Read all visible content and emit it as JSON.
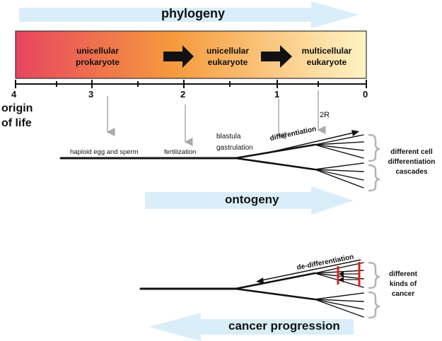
{
  "phylogeny_label": "phylogeny",
  "timeline": {
    "stages": [
      {
        "line1": "unicellular",
        "line2": "prokaryote"
      },
      {
        "line1": "unicellular",
        "line2": "eukaryote"
      },
      {
        "line1": "multicellular",
        "line2": "eukaryote"
      }
    ],
    "ticks": [
      "4",
      "3",
      "2",
      "1",
      "0"
    ],
    "origin_line1": "origin",
    "origin_line2": "of life",
    "event_2r": "2R",
    "gradient": {
      "left": "#e8455f",
      "mid": "#f59a3c",
      "right": "#fff4c4"
    }
  },
  "ontogeny": {
    "events": {
      "haploid": "haploid egg and sperm",
      "fertilization": "fertilization",
      "blastula": "blastula",
      "gastrulation": "gastrulation",
      "differentiation": "differentiation"
    },
    "cascades_line1": "different cell",
    "cascades_line2": "differentiation",
    "cascades_line3": "cascades",
    "arrow_label": "ontogeny"
  },
  "cancer": {
    "dedifferentiation": "de-differentiation",
    "kinds_line1": "different",
    "kinds_line2": "kinds of",
    "kinds_line3": "cancer",
    "arrow_label": "cancer progression"
  },
  "colors": {
    "big_arrow": "#daeefa",
    "pointer_gray": "#aaaaaa",
    "bracket_gray": "#b3b3b3",
    "cancer_red": "#e0201b"
  }
}
